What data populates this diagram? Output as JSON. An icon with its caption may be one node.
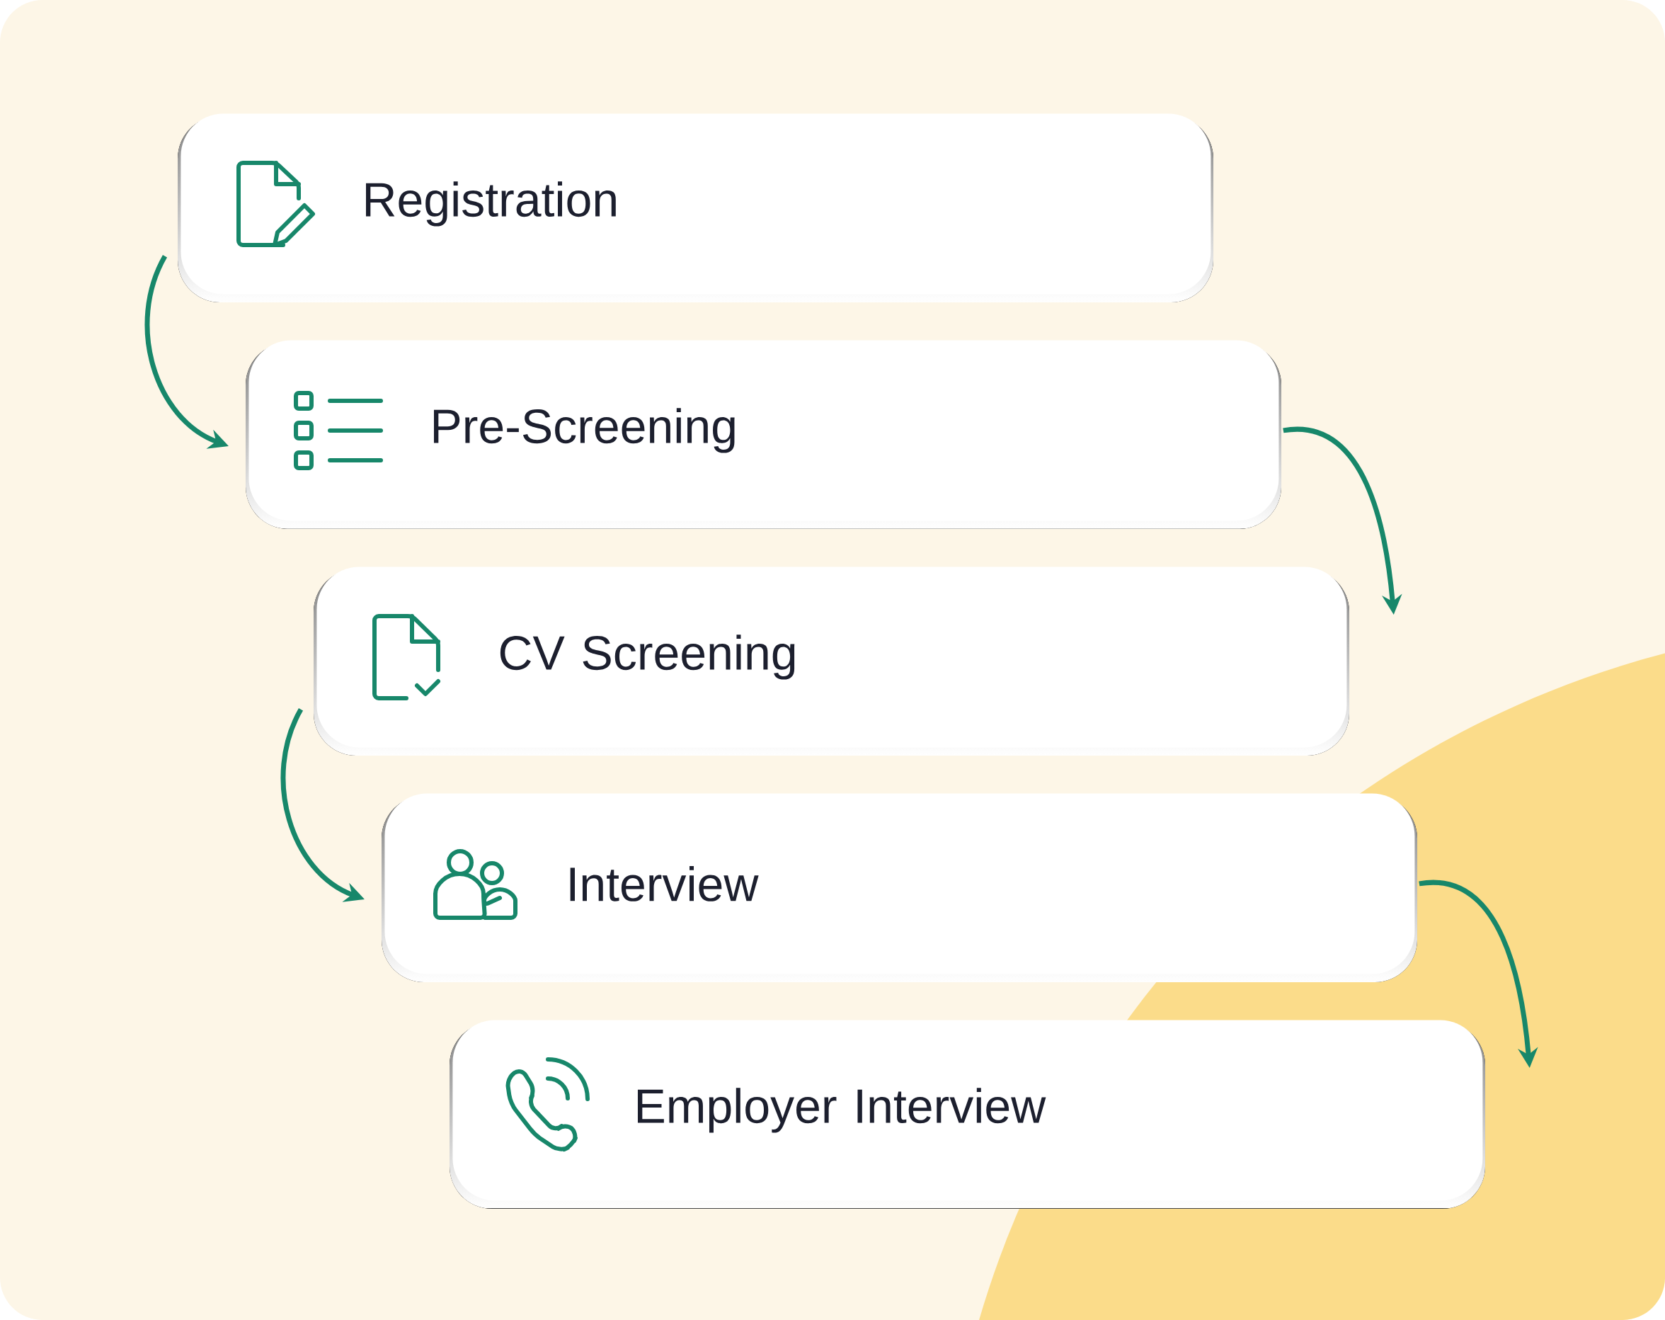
{
  "diagram": {
    "nodes": [
      {
        "text": [
          "Registration"
        ]
      },
      {
        "text": [
          "Pre-Screening"
        ]
      },
      {
        "text": [
          "CV Screening"
        ]
      },
      {
        "text": [
          "Interview"
        ]
      },
      {
        "text": [
          "Employer Interview"
        ]
      }
    ],
    "edges": [
      {
        "from": 0,
        "to": 1,
        "arrow": "to"
      },
      {
        "from": 1,
        "to": 2,
        "arrow": "to"
      },
      {
        "from": 2,
        "to": 3,
        "arrow": "to"
      },
      {
        "from": 3,
        "to": 4,
        "arrow": "to"
      }
    ]
  }
}
